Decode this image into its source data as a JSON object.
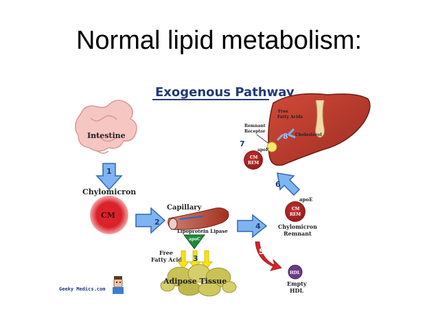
{
  "slide": {
    "title": "Normal lipid metabolism:"
  },
  "diagram": {
    "pathway_title": "Exogenous Pathway",
    "labels": {
      "intestine": "Intestine",
      "chylomicron": "Chylomicron",
      "cm": "CM",
      "capillary": "Capillary",
      "lipoprotein_lipase": "Lipoprotein Lipase",
      "apoc": "apoC",
      "free_fatty_acids_lower_1": "Free",
      "free_fatty_acids_lower_2": "Fatty Acids",
      "adipose_tissue": "Adipose Tissue",
      "cm_remnant_1": "Chylomicron",
      "cm_remnant_2": "Remnant",
      "empty_hdl_1": "Empty",
      "empty_hdl_2": "HDL",
      "hdl": "HDL",
      "remnant_receptor_1": "Remnant",
      "remnant_receptor_2": "Receptor",
      "free_fatty_acids_upper_1": "Free",
      "free_fatty_acids_upper_2": "Fatty Acids",
      "cholesterol": "Cholesterol",
      "apoe_top": "apoE",
      "apoe_right": "apoE",
      "cm_rem_top_1": "CM",
      "cm_rem_top_2": "REM",
      "cm_rem_right_1": "CM",
      "cm_rem_right_2": "REM",
      "brand": "Geeky Medics.com"
    },
    "steps": [
      "1",
      "2",
      "3",
      "4",
      "5",
      "6",
      "7",
      "8"
    ],
    "colors": {
      "arrow_blue": "#4a8fe0",
      "cm_red": "#d8212a",
      "liver": "#b93a2c",
      "capillary": "#a83225",
      "yellow": "#f6e311",
      "adipose": "#c9c257",
      "apoc_green": "#1f8a3a",
      "hdl_purple": "#6b3a8c",
      "title_blue": "#223a78"
    }
  }
}
